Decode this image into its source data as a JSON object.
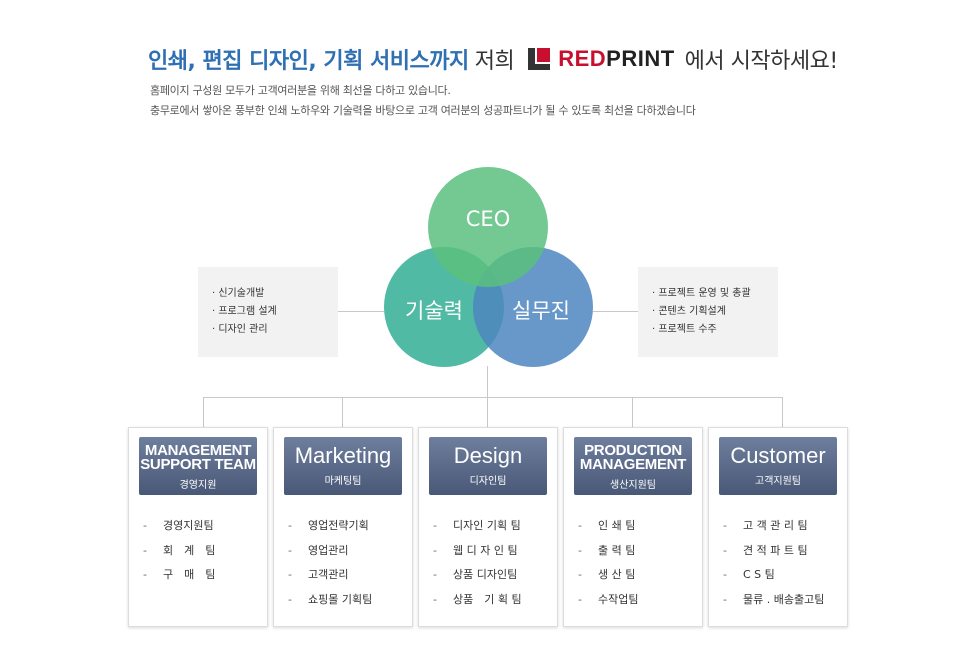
{
  "header": {
    "headline_blue": "인쇄,  편집 디자인, 기획 서비스까지",
    "headline_mid": "저희",
    "logo_red": "RED",
    "logo_black": "PRINT",
    "headline_end": "에서 시작하세요!",
    "sub_line1": "홈페이지 구성원 모두가 고객여러분을 위해 최선을 다하고 있습니다.",
    "sub_line2": "충무로에서 쌓아온 풍부한 인쇄 노하우와 기술력을 바탕으로 고객 여러분의 성공파트너가 될 수 있도록 최선을 다하겠습니다"
  },
  "colors": {
    "ceo": "#5bbf7e",
    "tech": "#3db29a",
    "practice": "#4d86c0",
    "headline_blue": "#2f6fb3",
    "logo_red": "#c8102e"
  },
  "circles": {
    "ceo": "CEO",
    "tech": "기술력",
    "practice": "실무진"
  },
  "left_box": {
    "items": [
      "신기술개발",
      "프로그램 설계",
      "디자인 관리"
    ]
  },
  "right_box": {
    "items": [
      "프로젝트 운영 및 총괄",
      "콘텐츠 기획설계",
      "프로젝트 수주"
    ]
  },
  "teams": [
    {
      "title": "MANAGEMENT SUPPORT TEAM",
      "subtitle": "경영지원",
      "items": [
        "경영지원팀",
        "회　계　팀",
        "구　매　팀"
      ]
    },
    {
      "title": "Marketing",
      "subtitle": "마케팅팀",
      "items": [
        "영업전략기획",
        "영업관리",
        "고객관리",
        "쇼핑몰 기획팀"
      ]
    },
    {
      "title": "Design",
      "subtitle": "디자인팀",
      "items": [
        "디자인 기획 팀",
        "웹 디 자 인 팀",
        "상품 디자인팀",
        "상품　기 획 팀"
      ]
    },
    {
      "title": "PRODUCTION MANAGEMENT",
      "subtitle": "생산지원팀",
      "items": [
        "인 쇄 팀",
        "출 력 팀",
        "생 산 팀",
        "수작업팀"
      ]
    },
    {
      "title": "Customer",
      "subtitle": "고객지원팀",
      "items": [
        "고 객 관 리 팀",
        "견 적 파 트 팀",
        "C S 팀",
        "물류 . 배송출고팀"
      ]
    }
  ]
}
